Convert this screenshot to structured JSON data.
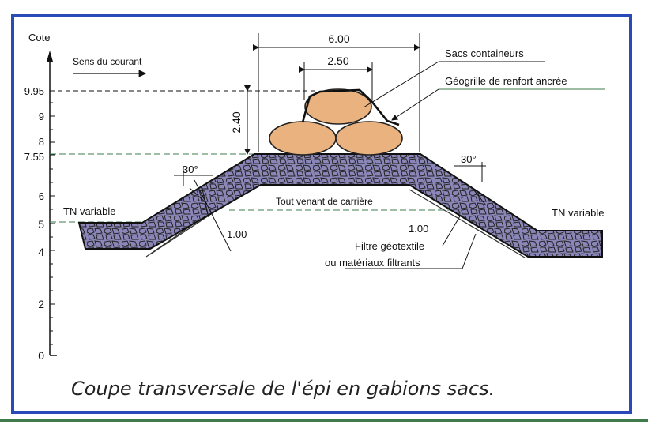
{
  "axis": {
    "title": "Cote",
    "ticks": [
      "9.95",
      "9",
      "8",
      "7.55",
      "6",
      "5",
      "4",
      "2",
      "0"
    ]
  },
  "labels": {
    "current": "Sens du courant",
    "dim_top": "6.00",
    "dim_crest": "2.50",
    "dim_height": "2.40",
    "bags": "Sacs containeurs",
    "geogrid": "Géogrille de renfort ancrée",
    "angle_left": "30°",
    "angle_right": "30°",
    "tn_left": "TN variable",
    "tn_right": "TN variable",
    "fill": "Tout venant de carrière",
    "slope_left": "1.00",
    "slope_right": "1.00",
    "filter_line1": "Filtre géotextile",
    "filter_line2": "ou matériaux filtrants"
  },
  "caption": "Coupe transversale de l'épi en gabions sacs.",
  "colors": {
    "frame": "#2a4ab8",
    "gabion_fill": "#8a86b8",
    "bag_fill": "#eab27f",
    "guide_green": "#3f7a4a",
    "guide_purple": "#6a4a8a"
  }
}
